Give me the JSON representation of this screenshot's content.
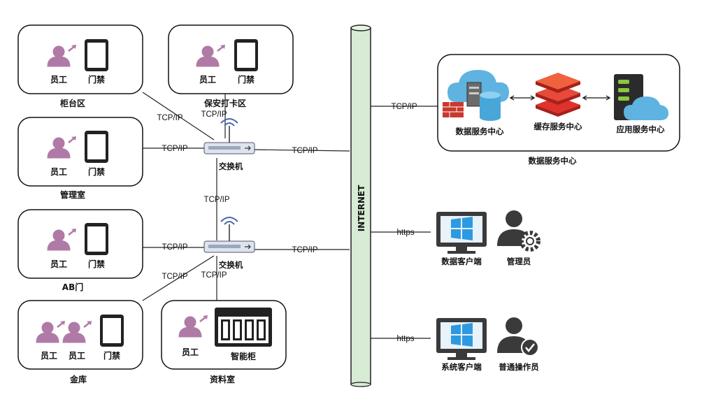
{
  "zones": {
    "counter": {
      "name": "柜台区",
      "person": "员工",
      "door": "门禁"
    },
    "security": {
      "name": "保安打卡区",
      "person": "员工",
      "door": "门禁"
    },
    "manage": {
      "name": "管理室",
      "person": "员工",
      "door": "门禁"
    },
    "ab": {
      "name": "AB门",
      "person": "员工",
      "door": "门禁"
    },
    "vault": {
      "name": "金库",
      "person1": "员工",
      "person2": "员工",
      "door": "门禁"
    },
    "archive": {
      "name": "资料室",
      "person": "员工",
      "cabinet": "智能柜"
    }
  },
  "switches": {
    "top": "交换机",
    "bottom": "交换机"
  },
  "protocols": {
    "tcp": "TCP/IP",
    "https": "https"
  },
  "internet": "INTERNET",
  "datacenter": {
    "title": "数据服务中心",
    "data_service": "数据服务中心",
    "cache_service": "缓存服务中心",
    "app_service": "应用服务中心"
  },
  "clients": {
    "data_client": "数据客户端",
    "admin": "管理员",
    "system_client": "系统客户端",
    "operator": "普通操作员"
  },
  "colors": {
    "person": "#b07aa6",
    "pipe_fill": "#d7ebd5",
    "border": "#111111",
    "cloud": "#5fb3e0",
    "cache_red": "#e0312b",
    "windows": "#2d9ae0"
  }
}
